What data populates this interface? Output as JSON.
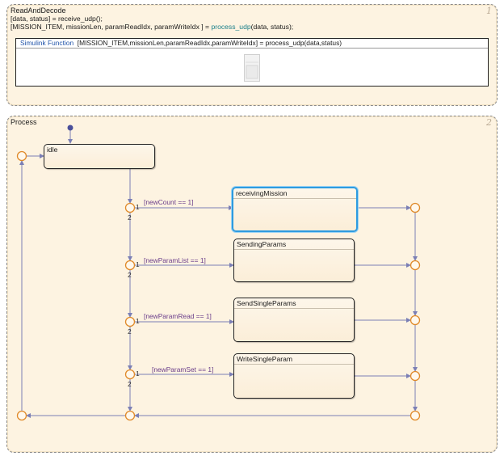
{
  "read_and_decode": {
    "title": "ReadAndDecode",
    "line1": "[data, status] = receive_udp();",
    "line2_prefix": "[MISSION_ITEM, missionLen, paramReadIdx, paramWriteIdx ] = ",
    "line2_call": "process_udp",
    "line2_suffix": "(data, status);",
    "number": "1",
    "simulink_function": {
      "keyword": "Simulink Function",
      "signature": "[MISSION_ITEM,missionLen,paramReadIdx,paramWriteIdx] = process_udp(data,status)"
    }
  },
  "process": {
    "title": "Process",
    "number": "2",
    "states": {
      "idle": "idle",
      "receiving": "receivingMission",
      "sending": "SendingParams",
      "single": "SendSingleParams",
      "write": "WriteSingleParam"
    },
    "guards": {
      "g1": "[newCount == 1]",
      "g2": "[newParamList == 1]",
      "g3": "[newParamRead == 1]",
      "g4": "[newParamSet == 1]"
    },
    "priorities": {
      "one": "1",
      "two": "2"
    }
  },
  "colors": {
    "background": "#fdf3e1",
    "wire": "#7b7fb5",
    "junction": "#e08a2a",
    "active": "#2d9be0"
  }
}
